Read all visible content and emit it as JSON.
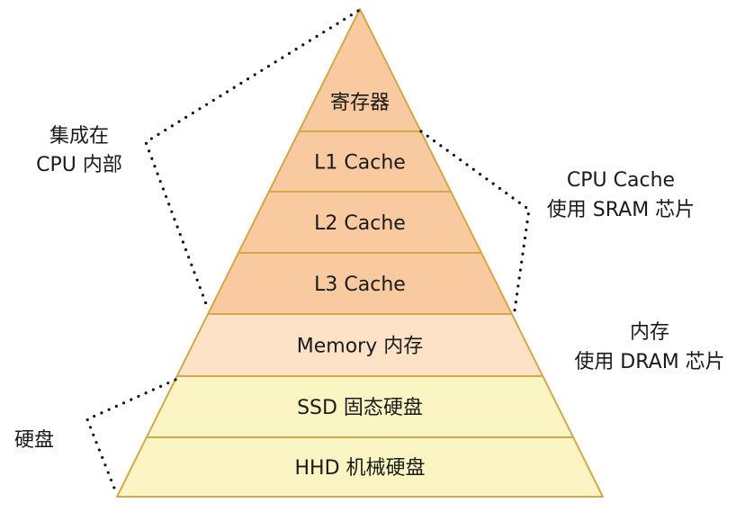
{
  "colors": {
    "cpu_fill": "#F9C99F",
    "memory_fill": "#FDE2C8",
    "storage_fill": "#FBF5C3",
    "stroke": "#D2A84C",
    "dots": "#111111"
  },
  "layers": [
    {
      "label": "寄存器",
      "group": "cpu"
    },
    {
      "label": "L1 Cache",
      "group": "cpu"
    },
    {
      "label": "L2 Cache",
      "group": "cpu"
    },
    {
      "label": "L3 Cache",
      "group": "cpu"
    },
    {
      "label": "Memory 内存",
      "group": "memory"
    },
    {
      "label": "SSD 固态硬盘",
      "group": "storage"
    },
    {
      "label": "HHD 机械硬盘",
      "group": "storage"
    }
  ],
  "annotations": {
    "cpu_internal": [
      "集成在",
      "CPU 内部"
    ],
    "cpu_cache": [
      "CPU Cache",
      "使用 SRAM 芯片"
    ],
    "memory": [
      "内存",
      "使用 DRAM 芯片"
    ],
    "disk": [
      "硬盘"
    ]
  }
}
